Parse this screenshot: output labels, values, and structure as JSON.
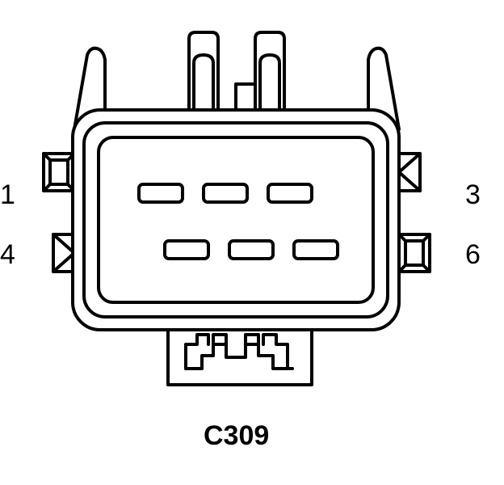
{
  "connector": {
    "id": "C309",
    "pins": {
      "p1": "1",
      "p3": "3",
      "p4": "4",
      "p6": "6"
    }
  },
  "colors": {
    "stroke": "#000000",
    "background": "#ffffff"
  }
}
